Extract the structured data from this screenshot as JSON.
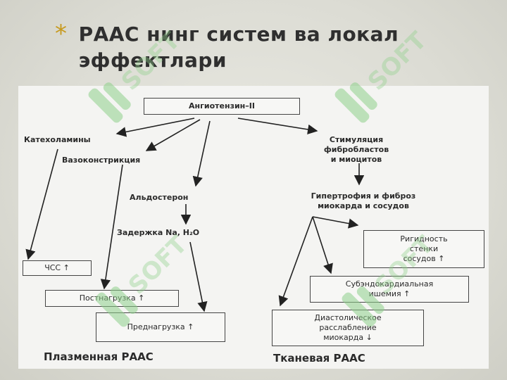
{
  "slide": {
    "bullet": "*",
    "title": "РААС нинг систем ва локал эффектлари"
  },
  "diagram": {
    "top": "Ангиотензин–II",
    "katex": "Катехоламины",
    "vaso": "Вазоконстрикция",
    "aldo": "Альдостерон",
    "zader": "Задержка Na, H₂O",
    "stim": "Стимуляция\nфибробластов\nи миоцитов",
    "giper": "Гипертрофия и фиброз\nмиокарда и сосудов",
    "chss": "ЧСС ↑",
    "post": "Постнагрузка ↑",
    "pred": "Преднагрузка ↑",
    "rigid": "Ригидность\nстенки\nсосудов ↑",
    "subendo": "Субэндокардиальная\nишемия ↑",
    "diast": "Диастолическое\nрасслабление\nмиокарда ↓",
    "footer_left": "Плазменная РААС",
    "footer_right": "Тканевая РААС"
  },
  "colors": {
    "bullet": "#c79a1e",
    "title": "#2f2f2f",
    "watermark": "#8fd08a"
  }
}
